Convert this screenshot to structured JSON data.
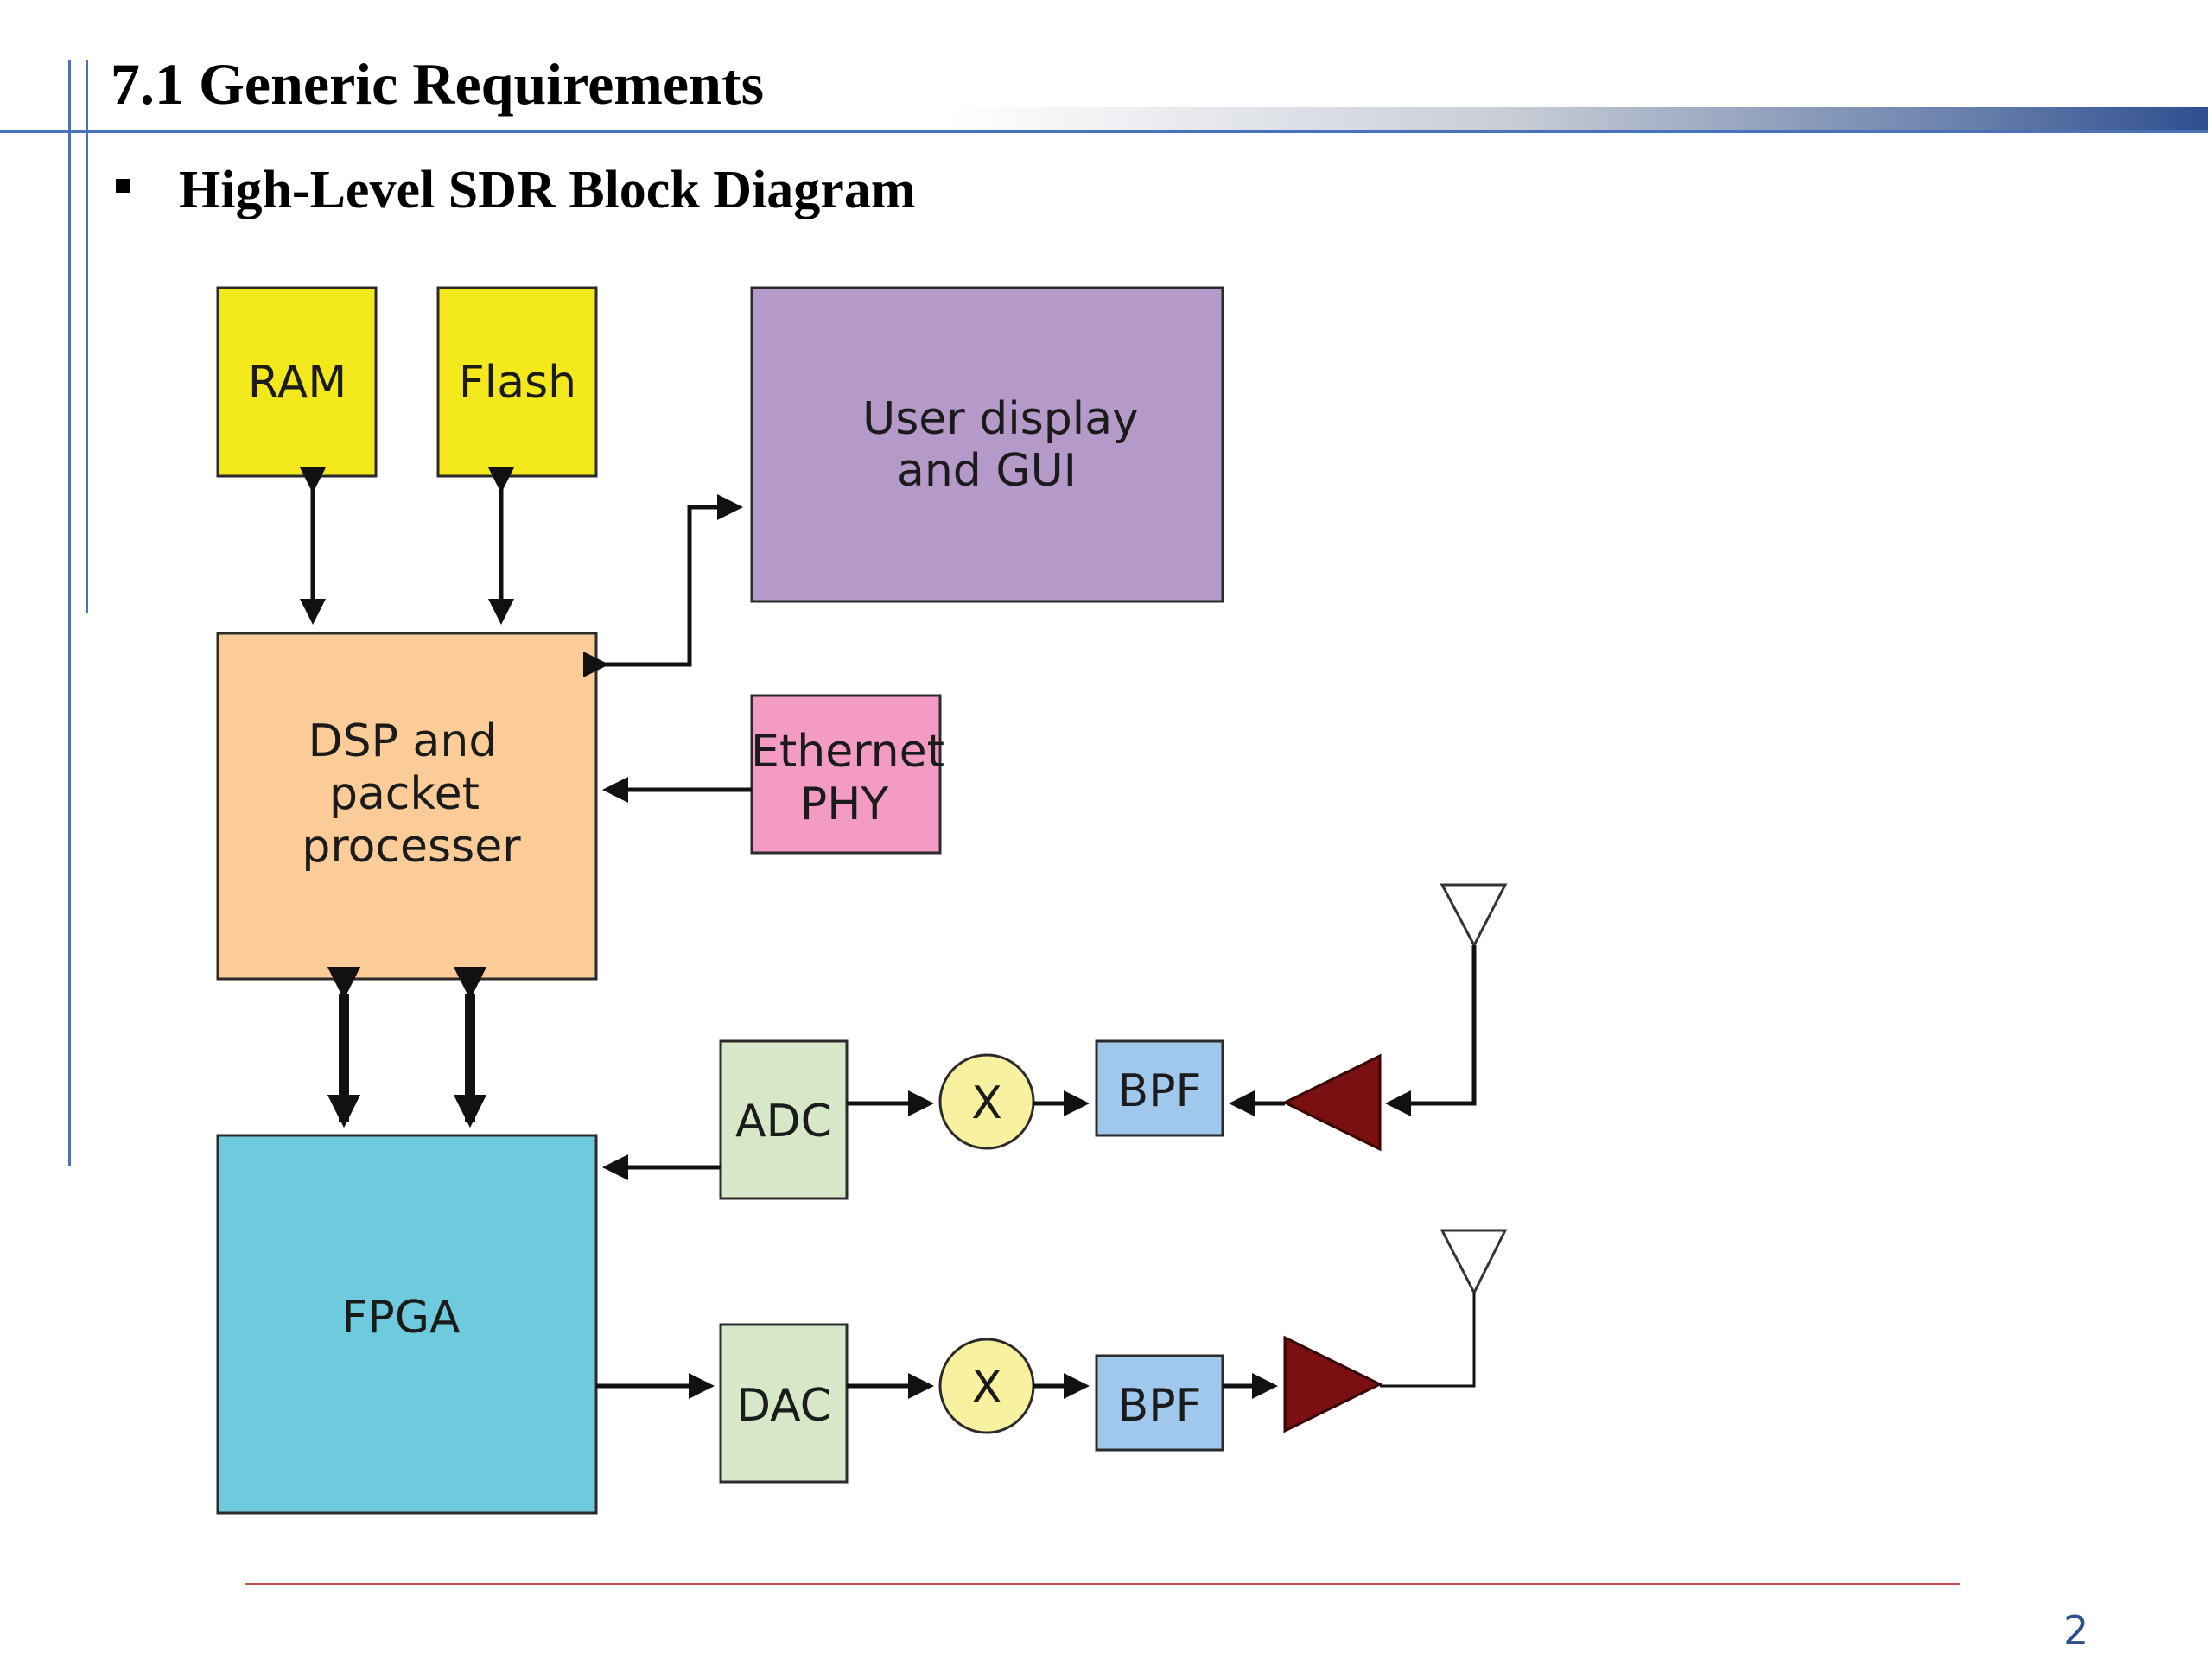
{
  "slide": {
    "title": "7.1 Generic Requirements",
    "bullet": "High-Level SDR Block Diagram",
    "page_number": "2"
  },
  "diagram": {
    "blocks": {
      "ram": "RAM",
      "flash": "Flash",
      "user_display": [
        "User display",
        "and GUI"
      ],
      "dsp": [
        "DSP and",
        "packet",
        "processer"
      ],
      "ethernet": [
        "Ethernet",
        "PHY"
      ],
      "fpga": "FPGA",
      "adc": "ADC",
      "dac": "DAC",
      "mixer_rx": "X",
      "mixer_tx": "X",
      "bpf_rx": "BPF",
      "bpf_tx": "BPF"
    },
    "colors": {
      "ram": "#f2e81c",
      "flash": "#f2e81c",
      "user_display": "#b59ac9",
      "dsp": "#fbcb98",
      "ethernet": "#f39bc3",
      "fpga": "#6ecbdd",
      "converter": "#d6e8c7",
      "mixer": "#f8f1a0",
      "bpf": "#9fc8ec",
      "amplifier": "#7a1010",
      "accent": "#4a72b8"
    }
  }
}
